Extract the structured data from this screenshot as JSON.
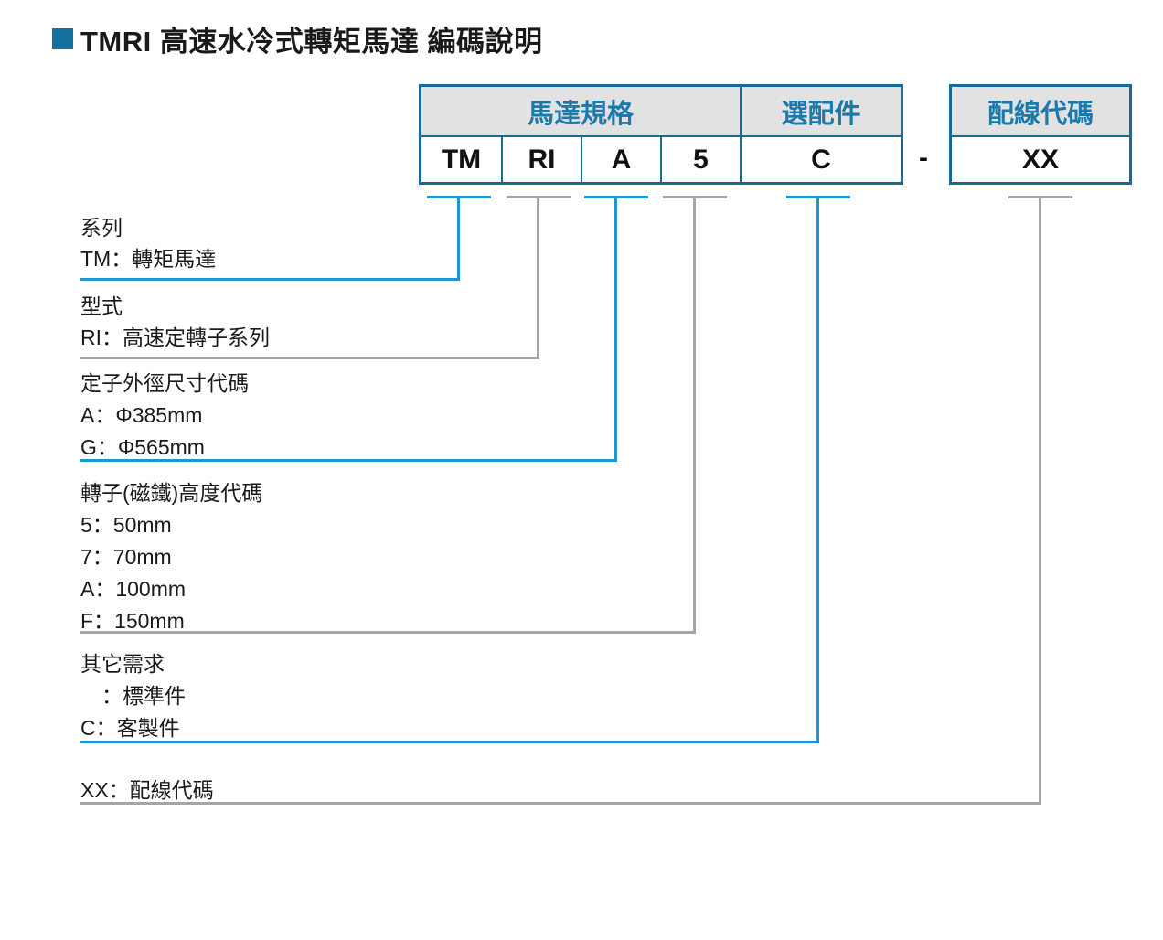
{
  "page": {
    "title": "TMRI 高速水冷式轉矩馬達 編碼說明"
  },
  "code_table": {
    "motor_spec_label": "馬達規格",
    "option_label": "選配件",
    "wiring_label": "配線代碼",
    "separator": "-",
    "codes": {
      "series": "TM",
      "type": "RI",
      "stator": "A",
      "rotor": "5",
      "option": "C",
      "wiring": "XX"
    }
  },
  "sections": [
    {
      "heading": "系列",
      "items": [
        "TM：轉矩馬達"
      ]
    },
    {
      "heading": "型式",
      "items": [
        "RI：高速定轉子系列"
      ]
    },
    {
      "heading": "定子外徑尺寸代碼",
      "items": [
        "A：Φ385mm",
        "G：Φ565mm"
      ]
    },
    {
      "heading": "轉子(磁鐵)高度代碼",
      "items": [
        "5：50mm",
        "7：70mm",
        "A：100mm",
        "F：150mm"
      ]
    },
    {
      "heading": "其它需求",
      "items": [
        "　：標準件",
        "C：客製件"
      ]
    },
    {
      "heading": "",
      "items": [
        "XX：配線代碼"
      ]
    }
  ],
  "colors": {
    "accent_blue_line": "#1e96d2",
    "gray_line": "#a5a5a5",
    "table_border": "#156a96",
    "header_text": "#1b7aab",
    "header_background": "#e2e2e2",
    "title_bullet": "#156f9f"
  }
}
